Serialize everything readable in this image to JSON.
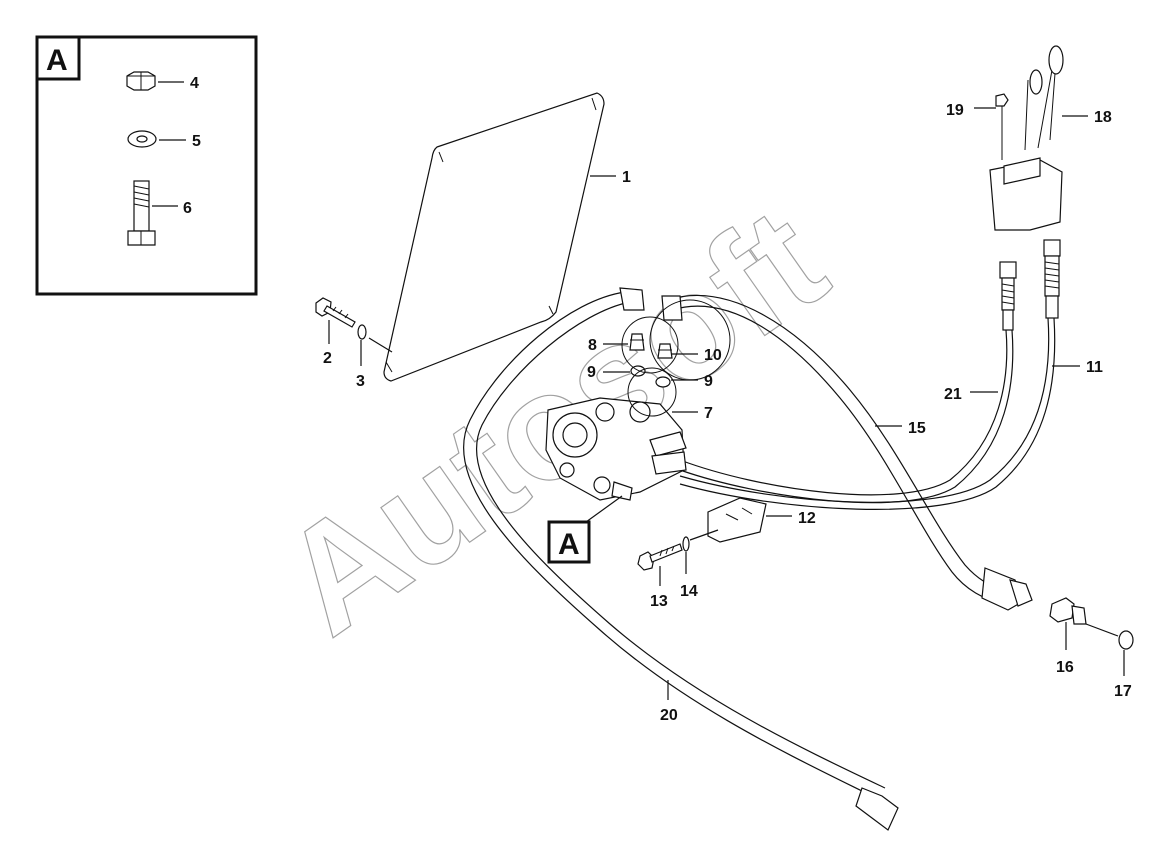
{
  "detail_box": {
    "letter": "A"
  },
  "callout_box": {
    "letter": "A"
  },
  "watermark": "Autosoft",
  "parts": {
    "p1": "1",
    "p2": "2",
    "p3": "3",
    "p4": "4",
    "p5": "5",
    "p6": "6",
    "p7": "7",
    "p8": "8",
    "p9a": "9",
    "p9b": "9",
    "p10": "10",
    "p11": "11",
    "p12": "12",
    "p13": "13",
    "p14": "14",
    "p15": "15",
    "p16": "16",
    "p17": "17",
    "p18": "18",
    "p19": "19",
    "p20": "20",
    "p21": "21"
  }
}
